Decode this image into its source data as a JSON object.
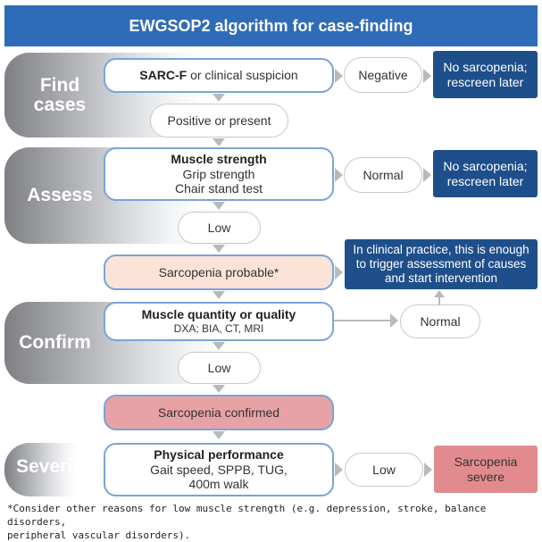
{
  "title": "EWGSOP2 algorithm for case-finding",
  "stages": {
    "find": "Find cases",
    "assess": "Assess",
    "confirm": "Confirm",
    "severity": "Severity"
  },
  "find": {
    "box_bold": "SARC-F",
    "box_text": " or clinical suspicion",
    "negative": "Negative",
    "no_sarc_line1": "No sarcopenia;",
    "no_sarc_line2": "rescreen later",
    "positive": "Positive or present"
  },
  "assess": {
    "box_title": "Muscle strength",
    "box_line1": "Grip strength",
    "box_line2": "Chair stand test",
    "normal": "Normal",
    "no_sarc_line1": "No sarcopenia;",
    "no_sarc_line2": "rescreen later",
    "low": "Low",
    "probable": "Sarcopenia probable*",
    "clinical_line1": "In clinical practice, this is enough",
    "clinical_line2": "to trigger assessment of causes",
    "clinical_line3": "and start intervention"
  },
  "confirm": {
    "box_title": "Muscle quantity or quality",
    "box_line1": "DXA; BIA, CT, MRI",
    "normal": "Normal",
    "low": "Low",
    "confirmed": "Sarcopenia confirmed"
  },
  "severity": {
    "box_title": "Physical performance",
    "box_line1": "Gait speed, SPPB, TUG,",
    "box_line2": "400m walk",
    "low": "Low",
    "severe_line1": "Sarcopenia",
    "severe_line2": "severe"
  },
  "footnote_line1": "*Consider other reasons for low muscle strength (e.g. depression, stroke, balance disorders,",
  "footnote_line2": "peripheral vascular disorders)."
}
